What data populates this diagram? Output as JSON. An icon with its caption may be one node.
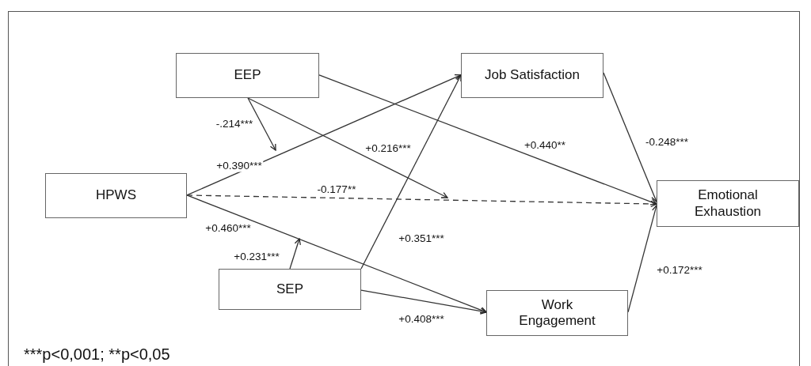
{
  "diagram": {
    "nodes": [
      {
        "text": [
          "EEP"
        ]
      },
      {
        "text": [
          "Job Satisfaction"
        ]
      },
      {
        "text": [
          "HPWS"
        ]
      },
      {
        "text": [
          "Emotional Exhaustion"
        ]
      },
      {
        "text": [
          "SEP"
        ]
      },
      {
        "text": [
          "Work Engagement"
        ]
      }
    ],
    "edges": [
      {
        "from": 2,
        "to": 1,
        "arrow": "to",
        "label": "+0.390***"
      },
      {
        "from": 0,
        "to": null,
        "arrow": "to",
        "label": "-.214***"
      },
      {
        "from": 0,
        "to": null,
        "arrow": "to",
        "label": "+0.216***"
      },
      {
        "from": 0,
        "to": 3,
        "arrow": "to",
        "label": "+0.440**"
      },
      {
        "from": 1,
        "to": 3,
        "arrow": "to",
        "label": "-0.248***"
      },
      {
        "from": 2,
        "to": 3,
        "arrow": "to",
        "label": "-0.177**",
        "style": "dashed"
      },
      {
        "from": 2,
        "to": 5,
        "arrow": "to",
        "label": "+0.460***"
      },
      {
        "from": 4,
        "to": null,
        "arrow": "to",
        "label": "+0.231***"
      },
      {
        "from": 4,
        "to": 1,
        "arrow": "to",
        "label": "+0.351***"
      },
      {
        "from": 4,
        "to": 5,
        "arrow": "to",
        "label": "+0.408***"
      },
      {
        "from": 5,
        "to": 3,
        "arrow": "to",
        "label": "+0.172***"
      }
    ],
    "labels": [
      "***p<0,001; **p<0,05"
    ]
  }
}
